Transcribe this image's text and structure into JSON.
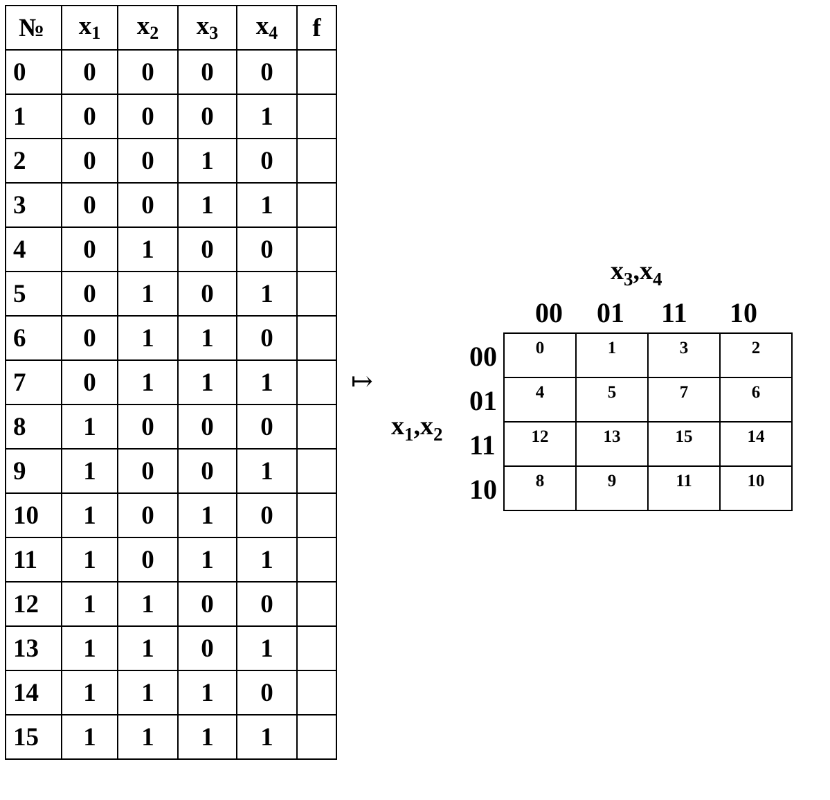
{
  "truth_table": {
    "headers": {
      "num": "№",
      "x1": {
        "base": "x",
        "sub": "1"
      },
      "x2": {
        "base": "x",
        "sub": "2"
      },
      "x3": {
        "base": "x",
        "sub": "3"
      },
      "x4": {
        "base": "x",
        "sub": "4"
      },
      "f": "f"
    },
    "rows": [
      {
        "num": "0",
        "x1": "0",
        "x2": "0",
        "x3": "0",
        "x4": "0",
        "f": ""
      },
      {
        "num": "1",
        "x1": "0",
        "x2": "0",
        "x3": "0",
        "x4": "1",
        "f": ""
      },
      {
        "num": "2",
        "x1": "0",
        "x2": "0",
        "x3": "1",
        "x4": "0",
        "f": ""
      },
      {
        "num": "3",
        "x1": "0",
        "x2": "0",
        "x3": "1",
        "x4": "1",
        "f": ""
      },
      {
        "num": "4",
        "x1": "0",
        "x2": "1",
        "x3": "0",
        "x4": "0",
        "f": ""
      },
      {
        "num": "5",
        "x1": "0",
        "x2": "1",
        "x3": "0",
        "x4": "1",
        "f": ""
      },
      {
        "num": "6",
        "x1": "0",
        "x2": "1",
        "x3": "1",
        "x4": "0",
        "f": ""
      },
      {
        "num": "7",
        "x1": "0",
        "x2": "1",
        "x3": "1",
        "x4": "1",
        "f": ""
      },
      {
        "num": "8",
        "x1": "1",
        "x2": "0",
        "x3": "0",
        "x4": "0",
        "f": ""
      },
      {
        "num": "9",
        "x1": "1",
        "x2": "0",
        "x3": "0",
        "x4": "1",
        "f": ""
      },
      {
        "num": "10",
        "x1": "1",
        "x2": "0",
        "x3": "1",
        "x4": "0",
        "f": ""
      },
      {
        "num": "11",
        "x1": "1",
        "x2": "0",
        "x3": "1",
        "x4": "1",
        "f": ""
      },
      {
        "num": "12",
        "x1": "1",
        "x2": "1",
        "x3": "0",
        "x4": "0",
        "f": ""
      },
      {
        "num": "13",
        "x1": "1",
        "x2": "1",
        "x3": "0",
        "x4": "1",
        "f": ""
      },
      {
        "num": "14",
        "x1": "1",
        "x2": "1",
        "x3": "1",
        "x4": "0",
        "f": ""
      },
      {
        "num": "15",
        "x1": "1",
        "x2": "1",
        "x3": "1",
        "x4": "1",
        "f": ""
      }
    ]
  },
  "arrow": "↦",
  "kmap": {
    "col_label": {
      "a": "x",
      "a_sub": "3",
      "sep": ",",
      "b": "x",
      "b_sub": "4"
    },
    "row_label": {
      "a": "x",
      "a_sub": "1",
      "sep": ",",
      "b": "x",
      "b_sub": "2"
    },
    "col_codes": [
      "00",
      "01",
      "11",
      "10"
    ],
    "row_codes": [
      "00",
      "01",
      "11",
      "10"
    ],
    "cells": [
      [
        "0",
        "1",
        "3",
        "2"
      ],
      [
        "4",
        "5",
        "7",
        "6"
      ],
      [
        "12",
        "13",
        "15",
        "14"
      ],
      [
        "8",
        "9",
        "11",
        "10"
      ]
    ]
  }
}
